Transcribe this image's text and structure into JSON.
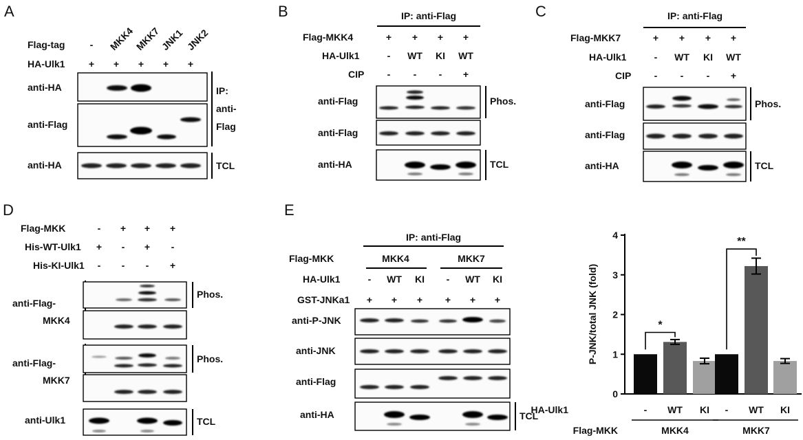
{
  "panels": {
    "A": {
      "letter": "A",
      "flag_label": "Flag-tag",
      "ha_label": "HA-Ulk1",
      "lane_labels": [
        "-",
        "MKK4",
        "MKK7",
        "JNK1",
        "JNK2"
      ],
      "ha_signs": [
        "+",
        "+",
        "+",
        "+",
        "+"
      ],
      "blot_labels": [
        "anti-HA",
        "anti-Flag",
        "anti-HA"
      ],
      "ip_text": [
        "IP:",
        "anti-",
        "Flag"
      ],
      "tcl": "TCL"
    },
    "B": {
      "letter": "B",
      "ip": "IP: anti-Flag",
      "row_labels": [
        "Flag-MKK4",
        "HA-Ulk1",
        "CIP"
      ],
      "row1": [
        "+",
        "+",
        "+",
        "+"
      ],
      "row2": [
        "-",
        "WT",
        "KI",
        "WT"
      ],
      "row3": [
        "-",
        "-",
        "-",
        "+"
      ],
      "blot_labels": [
        "anti-Flag",
        "anti-Flag",
        "anti-HA"
      ],
      "phos": "Phos.",
      "tcl": "TCL"
    },
    "C": {
      "letter": "C",
      "ip": "IP: anti-Flag",
      "row_labels": [
        "Flag-MKK7",
        "HA-Ulk1",
        "CIP"
      ],
      "row1": [
        "+",
        "+",
        "+",
        "+"
      ],
      "row2": [
        "-",
        "WT",
        "KI",
        "WT"
      ],
      "row3": [
        "-",
        "-",
        "-",
        "+"
      ],
      "blot_labels": [
        "anti-Flag",
        "anti-Flag",
        "anti-HA"
      ],
      "phos": "Phos.",
      "tcl": "TCL"
    },
    "D": {
      "letter": "D",
      "row_labels": [
        "Flag-MKK",
        "His-WT-Ulk1",
        "His-KI-Ulk1"
      ],
      "row1": [
        "-",
        "+",
        "+",
        "+"
      ],
      "row2": [
        "+",
        "-",
        "+",
        "-"
      ],
      "row3": [
        "-",
        "-",
        "-",
        "+"
      ],
      "blot_label_1": [
        "anti-Flag-",
        "MKK4"
      ],
      "blot_label_2": [
        "anti-Flag-",
        "MKK7"
      ],
      "blot_label_3": "anti-Ulk1",
      "phos": "Phos.",
      "tcl": "TCL"
    },
    "E": {
      "letter": "E",
      "ip": "IP: anti-Flag",
      "row_labels": [
        "Flag-MKK",
        "HA-Ulk1",
        "GST-JNKa1"
      ],
      "groups": [
        "MKK4",
        "MKK7"
      ],
      "row2": [
        "-",
        "WT",
        "KI",
        "-",
        "WT",
        "KI"
      ],
      "row3": [
        "+",
        "+",
        "+",
        "+",
        "+",
        "+"
      ],
      "blot_labels": [
        "anti-P-JNK",
        "anti-JNK",
        "anti-Flag",
        "anti-HA"
      ],
      "tcl": "TCL"
    }
  },
  "chart_data": {
    "type": "bar",
    "ylabel": "P-JNK/total JNK (fold)",
    "ylim": [
      0,
      4
    ],
    "yticks": [
      0,
      1,
      2,
      3,
      4
    ],
    "x_row_label": "HA-Ulk1",
    "group_row_label": "Flag-MKK",
    "categories": [
      "-",
      "WT",
      "KI",
      "-",
      "WT",
      "KI"
    ],
    "groups": [
      "MKK4",
      "MKK7"
    ],
    "values": [
      1.0,
      1.31,
      0.83,
      1.0,
      3.22,
      0.83
    ],
    "errors": [
      0,
      0.06,
      0.07,
      0,
      0.2,
      0.06
    ],
    "bar_colors": [
      "#0a0a0a",
      "#585858",
      "#a0a0a0",
      "#0a0a0a",
      "#585858",
      "#a0a0a0"
    ],
    "significance": [
      "*",
      "**"
    ]
  }
}
